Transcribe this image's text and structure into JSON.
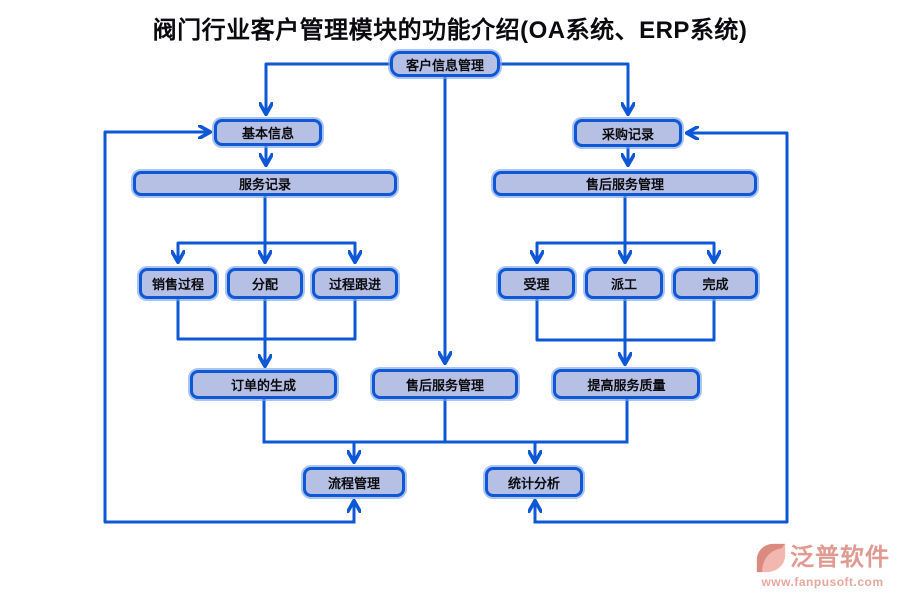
{
  "title": "阀门行业客户管理模块的功能介绍(OA系统、ERP系统)",
  "colors": {
    "line_blue": "#0e57d5",
    "node_fill": "#b6c0e4",
    "node_border": "#0e57d5",
    "node_glow": "#7ea6e8",
    "title_text": "#0a0a0f",
    "logo_salmon": "#e09a91"
  },
  "nodes": {
    "customer_info": {
      "label": "客户信息管理"
    },
    "basic_info": {
      "label": "基本信息"
    },
    "purchase_record": {
      "label": "采购记录"
    },
    "service_record": {
      "label": "服务记录"
    },
    "aftersales_right": {
      "label": "售后服务管理"
    },
    "sales_process": {
      "label": "销售过程"
    },
    "allocation": {
      "label": "分配"
    },
    "process_follow": {
      "label": "过程跟进"
    },
    "accept": {
      "label": "受理"
    },
    "dispatch": {
      "label": "派工"
    },
    "complete": {
      "label": "完成"
    },
    "order_generation": {
      "label": "订单的生成"
    },
    "aftersales_center": {
      "label": "售后服务管理"
    },
    "improve_quality": {
      "label": "提高服务质量"
    },
    "process_mgmt": {
      "label": "流程管理"
    },
    "stats_analysis": {
      "label": "统计分析"
    }
  },
  "edges": [
    {
      "from": "customer_info",
      "to": "basic_info"
    },
    {
      "from": "customer_info",
      "to": "purchase_record"
    },
    {
      "from": "customer_info",
      "to": "aftersales_center"
    },
    {
      "from": "basic_info",
      "to": "service_record"
    },
    {
      "from": "purchase_record",
      "to": "aftersales_right"
    },
    {
      "from": "service_record",
      "to": "sales_process"
    },
    {
      "from": "service_record",
      "to": "allocation"
    },
    {
      "from": "service_record",
      "to": "process_follow"
    },
    {
      "from": "aftersales_right",
      "to": "accept"
    },
    {
      "from": "aftersales_right",
      "to": "dispatch"
    },
    {
      "from": "aftersales_right",
      "to": "complete"
    },
    {
      "from": "sales_process,allocation,process_follow",
      "to": "order_generation"
    },
    {
      "from": "accept,dispatch,complete",
      "to": "improve_quality"
    },
    {
      "from": "order_generation,aftersales_center,improve_quality",
      "to": "process_mgmt"
    },
    {
      "from": "order_generation,aftersales_center,improve_quality",
      "to": "stats_analysis"
    },
    {
      "from": "process_mgmt",
      "to": "basic_info",
      "loop": true,
      "bidirectional": true
    },
    {
      "from": "stats_analysis",
      "to": "purchase_record",
      "loop": true,
      "bidirectional": true
    }
  ],
  "logo": {
    "brand": "泛普软件",
    "url": "www.fanpusoft.com"
  }
}
